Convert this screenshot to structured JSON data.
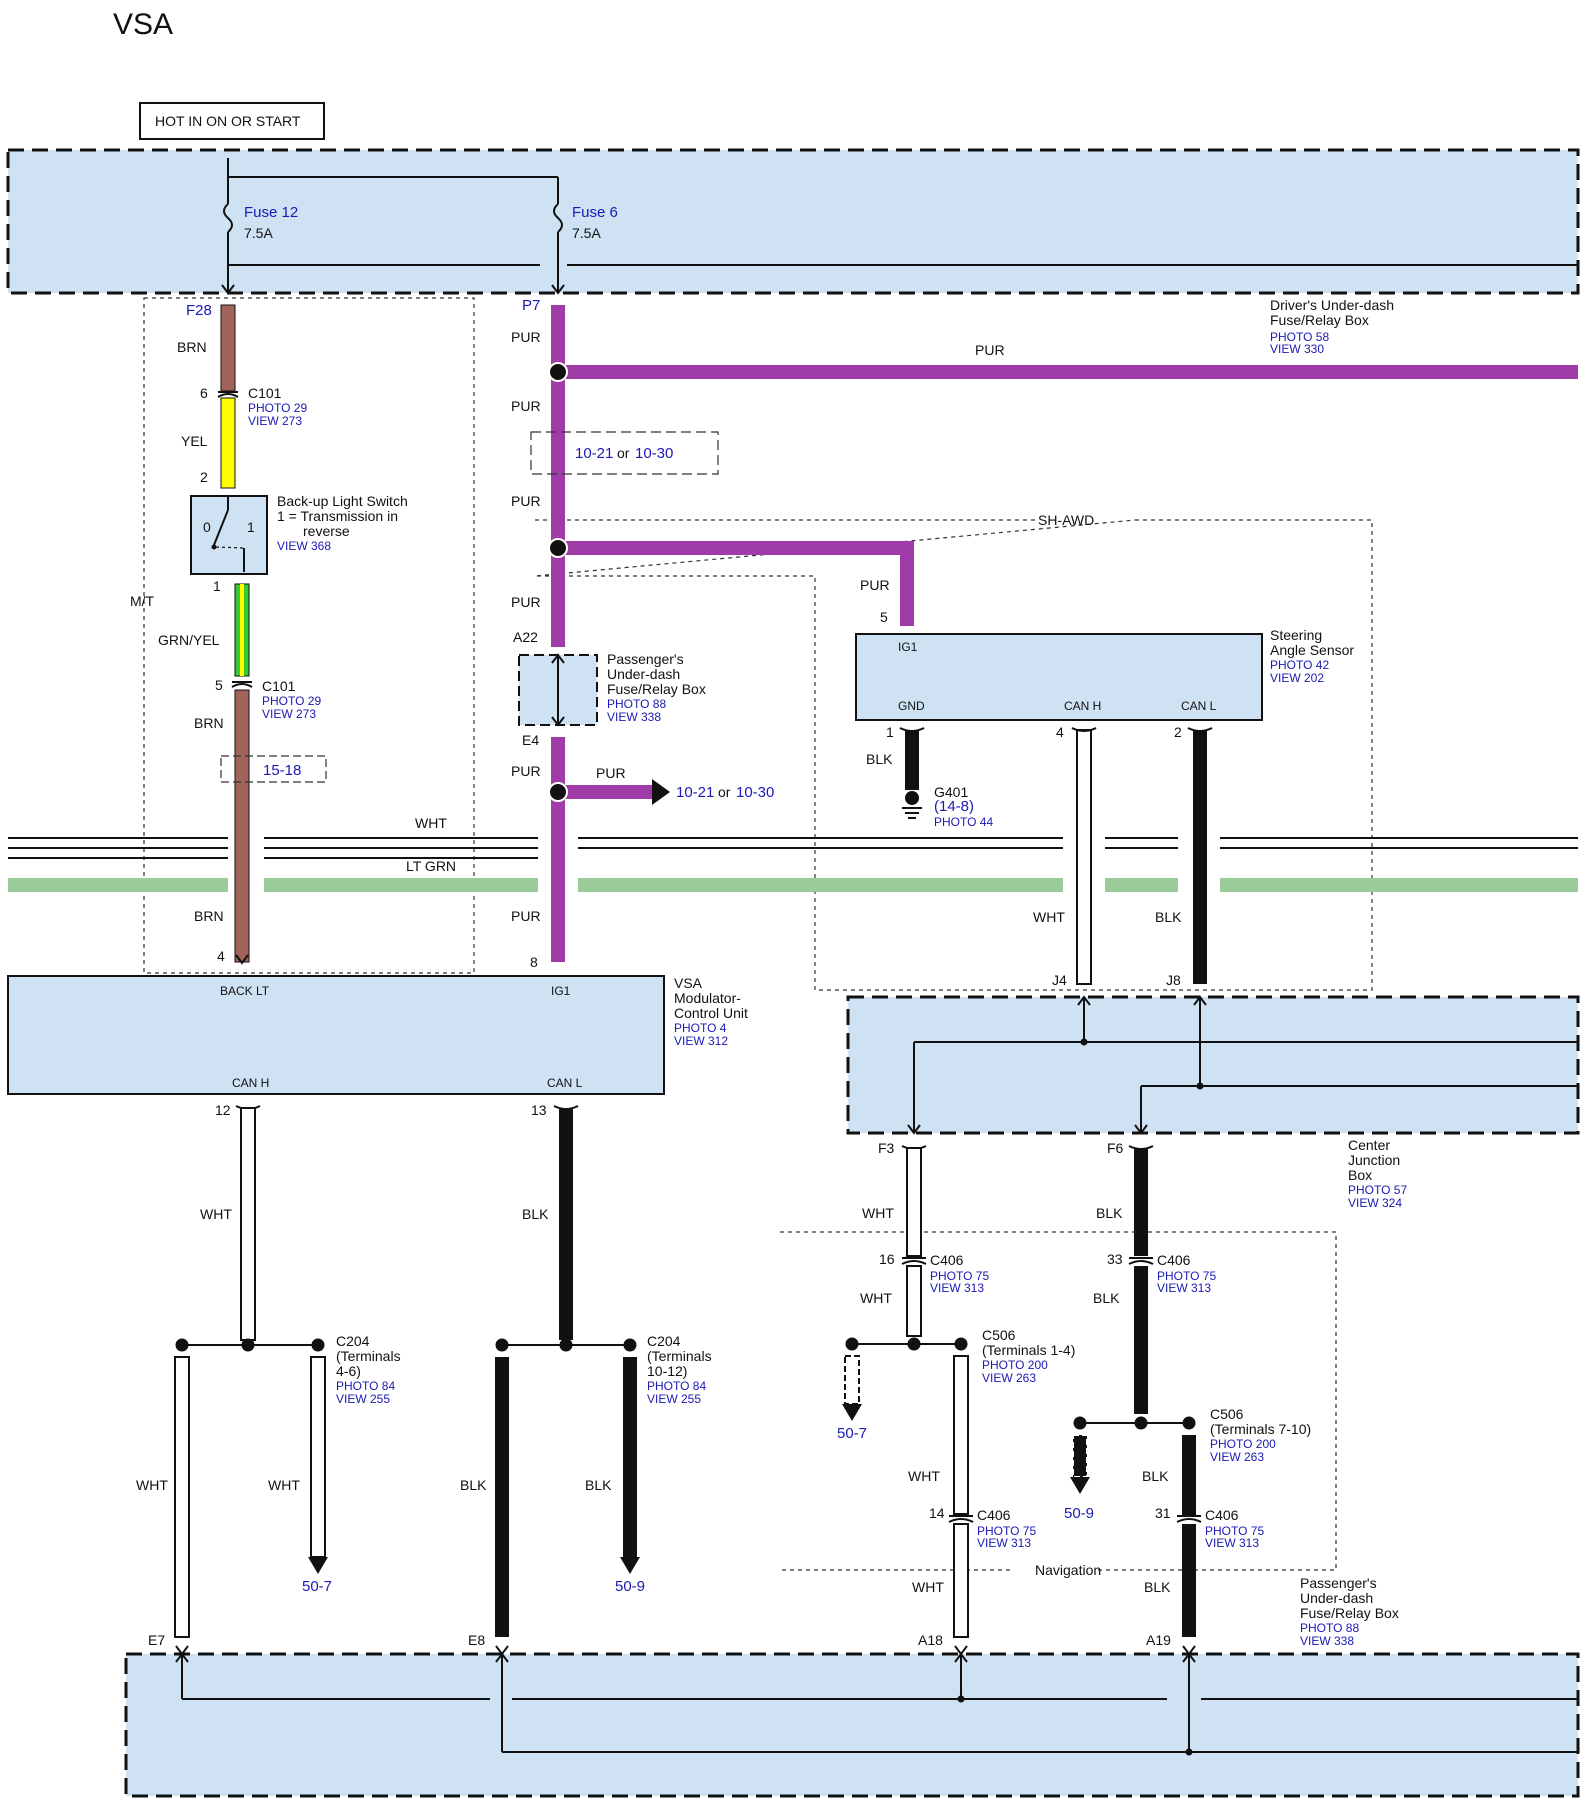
{
  "title": "VSA",
  "power_label": "HOT IN ON OR START",
  "fuse12": {
    "name": "Fuse 12",
    "rating": "7.5A",
    "pin": "F28"
  },
  "fuse6": {
    "name": "Fuse 6",
    "rating": "7.5A",
    "pin": "P7"
  },
  "driver_box": {
    "line1": "Driver's Under-dash",
    "line2": "Fuse/Relay Box",
    "photo": "PHOTO 58",
    "view": "VIEW 330"
  },
  "colors": {
    "brn": "#a0645a",
    "yel": "#ffff00",
    "grn": "#33cc33",
    "pur": "#a03ca8",
    "blk": "#111111",
    "wht": "#ffffff",
    "ltgrn": "#99cc99",
    "box": "#cfe2f3"
  },
  "left": {
    "brn1": "BRN",
    "pin6": "6",
    "c101a": "C101",
    "c101a_photo": "PHOTO 29",
    "c101a_view": "VIEW 273",
    "yel": "YEL",
    "pin2": "2",
    "switch_l1": "Back-up Light Switch",
    "switch_l2": "1 = Transmission in",
    "switch_l3": "reverse",
    "switch_view": "VIEW 368",
    "sw0": "0",
    "sw1": "1",
    "mt": "M/T",
    "pin1": "1",
    "grnyel": "GRN/YEL",
    "pin5": "5",
    "c101b": "C101",
    "c101b_photo": "PHOTO 29",
    "c101b_view": "VIEW 273",
    "brn2": "BRN",
    "ref1518": "15-18",
    "brn3": "BRN",
    "pin4": "4"
  },
  "mid": {
    "pur1": "PUR",
    "pur2": "PUR",
    "ref_a": "10-21",
    "or": "or",
    "ref_b": "10-30",
    "pur3": "PUR",
    "pur4": "PUR",
    "a22": "A22",
    "pass_l1": "Passenger's",
    "pass_l2": "Under-dash",
    "pass_l3": "Fuse/Relay Box",
    "pass_photo": "PHOTO 88",
    "pass_view": "VIEW 338",
    "e4": "E4",
    "pur5": "PUR",
    "pur6": "PUR",
    "arrow_ref_a": "10-21",
    "arrow_or": "or",
    "arrow_ref_b": "10-30",
    "pur7": "PUR",
    "pin8": "8"
  },
  "purh": "PUR",
  "shawd": {
    "label": "SH-AWD",
    "pur": "PUR",
    "pin5": "5",
    "ig1": "IG1",
    "gnd": "GND",
    "canh": "CAN H",
    "canl": "CAN L",
    "sensor_l1": "Steering",
    "sensor_l2": "Angle Sensor",
    "sensor_photo": "PHOTO 42",
    "sensor_view": "VIEW 202",
    "pin1": "1",
    "pin4": "4",
    "pin2": "2",
    "blk": "BLK",
    "g401": "G401",
    "g401_ref": "(14-8)",
    "g401_photo": "PHOTO 44",
    "wht": "WHT",
    "blk2": "BLK",
    "j4": "J4",
    "j8": "J8"
  },
  "buses": {
    "wht": "WHT",
    "ltgrn": "LT GRN"
  },
  "vsa": {
    "back_lt": "BACK LT",
    "ig1": "IG1",
    "canh": "CAN H",
    "canl": "CAN L",
    "l1": "VSA",
    "l2": "Modulator-",
    "l3": "Control Unit",
    "photo": "PHOTO 4",
    "view": "VIEW 312",
    "pin12": "12",
    "pin13": "13",
    "wht": "WHT",
    "blk": "BLK"
  },
  "cjb": {
    "f3": "F3",
    "f6": "F6",
    "l1": "Center",
    "l2": "Junction",
    "l3": "Box",
    "photo": "PHOTO 57",
    "view": "VIEW 324"
  },
  "c204a": {
    "name": "C204",
    "l2": "(Terminals",
    "l3": "4-6)",
    "photo": "PHOTO 84",
    "view": "VIEW 255",
    "wht1": "WHT",
    "wht2": "WHT",
    "ref": "50-7",
    "e7": "E7"
  },
  "c204b": {
    "name": "C204",
    "l2": "(Terminals",
    "l3": "10-12)",
    "photo": "PHOTO 84",
    "view": "VIEW 255",
    "blk1": "BLK",
    "blk2": "BLK",
    "ref": "50-9",
    "e8": "E8"
  },
  "nav": {
    "label": "Navigation",
    "wht1": "WHT",
    "blk1": "BLK",
    "c406a_pin": "16",
    "c406a": "C406",
    "c406a_photo": "PHOTO 75",
    "c406a_view": "VIEW 313",
    "c406b_pin": "33",
    "c406b": "C406",
    "c406b_photo": "PHOTO 75",
    "c406b_view": "VIEW 313",
    "wht2": "WHT",
    "blk2": "BLK",
    "c506a": "C506",
    "c506a_l2": "(Terminals 1-4)",
    "c506a_photo": "PHOTO 200",
    "c506a_view": "VIEW 263",
    "c506b": "C506",
    "c506b_l2": "(Terminals 7-10)",
    "c506b_photo": "PHOTO 200",
    "c506b_view": "VIEW 263",
    "ref507": "50-7",
    "ref509": "50-9",
    "wht3": "WHT",
    "blk3": "BLK",
    "c406c_pin": "14",
    "c406c": "C406",
    "c406c_photo": "PHOTO 75",
    "c406c_view": "VIEW 313",
    "c406d_pin": "31",
    "c406d": "C406",
    "c406d_photo": "PHOTO 75",
    "c406d_view": "VIEW 313",
    "wht4": "WHT",
    "blk4": "BLK",
    "a18": "A18",
    "a19": "A19"
  },
  "pass_box": {
    "l1": "Passenger's",
    "l2": "Under-dash",
    "l3": "Fuse/Relay Box",
    "photo": "PHOTO 88",
    "view": "VIEW 338"
  }
}
